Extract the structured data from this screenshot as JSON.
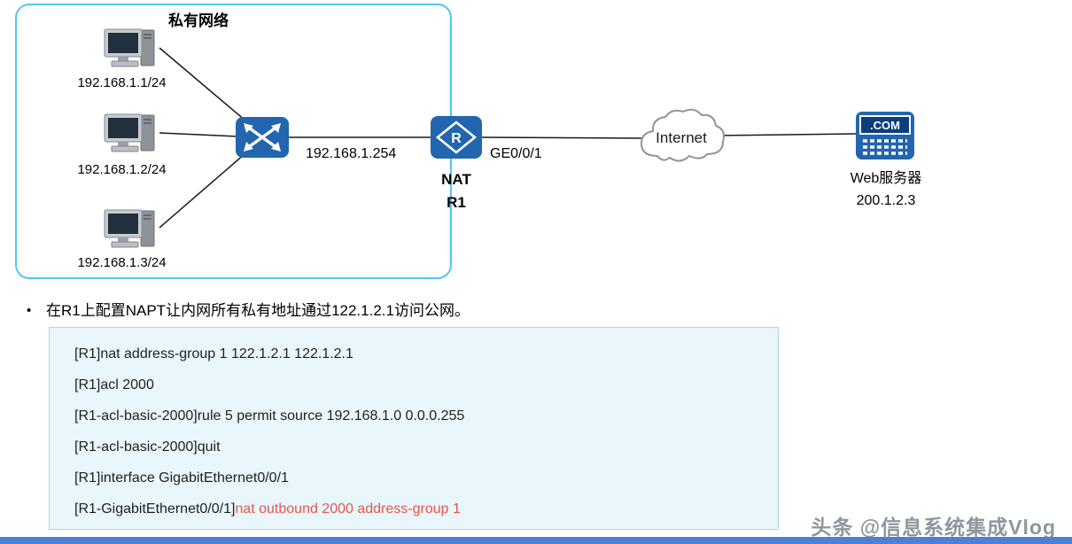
{
  "colors": {
    "device-blue": "#2166ae",
    "device-blue-dark": "#0c3e7e",
    "boundary-blue": "#54c6ee",
    "config-bg": "#e9f6fc",
    "config-border": "#a9daf0",
    "highlight-red": "#e4574a",
    "footer-bar-blue": "#4d7fd9",
    "watermark-gray": "#8f969e",
    "wire-black": "#1a1a1a"
  },
  "diagram": {
    "private_network_label": "私有网络",
    "pcs": [
      {
        "ip": "192.168.1.1/24"
      },
      {
        "ip": "192.168.1.2/24"
      },
      {
        "ip": "192.168.1.3/24"
      }
    ],
    "switch_to_router_label": "192.168.1.254",
    "router": {
      "icon_letter": "R",
      "interface_label": "GE0/0/1",
      "label_line1": "NAT",
      "label_line2": "R1"
    },
    "internet_label": "Internet",
    "server": {
      "icon_text": ".COM",
      "label": "Web服务器",
      "ip": "200.1.2.3"
    }
  },
  "instruction": {
    "bullet": "•",
    "text": "在R1上配置NAPT让内网所有私有地址通过122.1.2.1访问公网。"
  },
  "config": {
    "lines": [
      {
        "prefix": "[R1]nat address-group 1 122.1.2.1 122.1.2.1",
        "highlight": ""
      },
      {
        "prefix": "[R1]acl 2000",
        "highlight": ""
      },
      {
        "prefix": "[R1-acl-basic-2000]rule 5 permit source 192.168.1.0 0.0.0.255",
        "highlight": ""
      },
      {
        "prefix": "[R1-acl-basic-2000]quit",
        "highlight": ""
      },
      {
        "prefix": "[R1]interface GigabitEthernet0/0/1",
        "highlight": ""
      },
      {
        "prefix": "[R1-GigabitEthernet0/0/1]",
        "highlight": "nat outbound 2000 address-group 1"
      }
    ]
  },
  "watermark": "头条 @信息系统集成Vlog"
}
